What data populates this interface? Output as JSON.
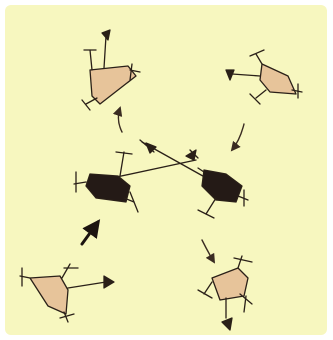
{
  "diagram": {
    "colors": {
      "paper": "#f7f7bf",
      "paper_edge": "#ffffff",
      "ink": "#2a2018",
      "light_body": "#e7c49a",
      "dark_body": "#241a16",
      "arrow_dark": "#1c1410",
      "arrow_light": "#3a2c22",
      "tick_gray": "#cccc9e"
    },
    "figures": [
      {
        "id": "top-left-light-shape",
        "fill": "light"
      },
      {
        "id": "top-right-light-shape",
        "fill": "light"
      },
      {
        "id": "center-left-dark-shape",
        "fill": "dark"
      },
      {
        "id": "center-right-dark-shape",
        "fill": "dark"
      },
      {
        "id": "bottom-left-light-shape",
        "fill": "light"
      },
      {
        "id": "bottom-right-light-shape",
        "fill": "light"
      }
    ],
    "arrows": [
      {
        "id": "arrow-center-to-top-left",
        "style": "light"
      },
      {
        "id": "arrow-top-right-to-center",
        "style": "light"
      },
      {
        "id": "arrow-bottom-left-to-center",
        "style": "dark"
      },
      {
        "id": "arrow-center-to-bottom-right",
        "style": "light"
      }
    ]
  }
}
